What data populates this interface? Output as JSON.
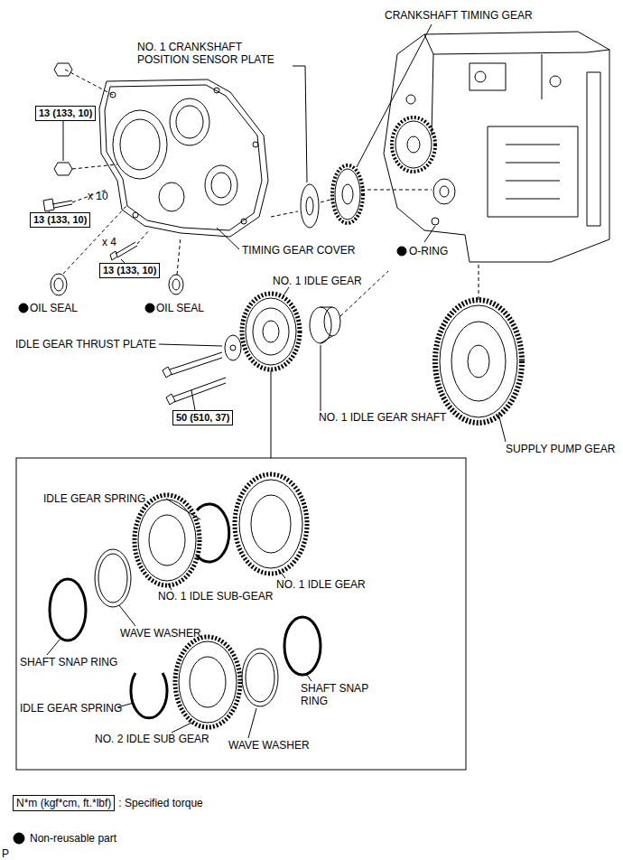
{
  "diagram": {
    "nodes": [
      {
        "text": [
          "13 (133, 10)"
        ]
      },
      {
        "text": [
          "13 (133, 10)"
        ]
      },
      {
        "text": [
          "13 (133, 10)"
        ]
      },
      {
        "text": [
          "50 (510, 37)"
        ]
      },
      {
        "text": [
          "N*m (kgf*cm, ft.*lbf)"
        ]
      }
    ],
    "labels": [
      "NO. 1 CRANKSHAFT POSITION SENSOR PLATE",
      "CRANKSHAFT TIMING GEAR",
      "TIMING GEAR COVER",
      "x 10",
      "x 4",
      "OIL SEAL",
      "OIL SEAL",
      "O-RING",
      "NO. 1 IDLE GEAR",
      "IDLE GEAR THRUST PLATE",
      "NO. 1 IDLE GEAR SHAFT",
      "SUPPLY PUMP GEAR",
      "IDLE GEAR SPRING",
      "NO. 1 IDLE GEAR",
      "NO. 1 IDLE SUB-GEAR",
      "WAVE WASHER",
      "SHAFT SNAP RING",
      "IDLE GEAR SPRING",
      "SHAFT SNAP RING",
      "NO. 2 IDLE SUB GEAR",
      "WAVE WASHER",
      "P"
    ],
    "legend": [
      {
        "text": ": Specified torque"
      },
      {
        "text": "Non-reusable part"
      }
    ]
  }
}
